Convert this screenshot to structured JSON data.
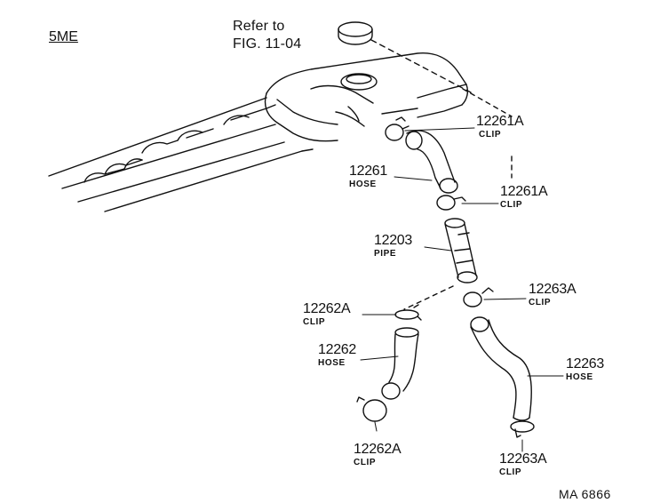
{
  "diagram": {
    "code": "5ME",
    "refer_line1": "Refer to",
    "refer_line2": "FIG. 11-04",
    "figure_id": "MA  6866"
  },
  "parts": {
    "clip_12261A_top": {
      "number": "12261A",
      "label": "CLIP"
    },
    "hose_12261": {
      "number": "12261",
      "label": "HOSE"
    },
    "clip_12261A_bottom": {
      "number": "12261A",
      "label": "CLIP"
    },
    "pipe_12203": {
      "number": "12203",
      "label": "PIPE"
    },
    "clip_12262A_top": {
      "number": "12262A",
      "label": "CLIP"
    },
    "hose_12262": {
      "number": "12262",
      "label": "HOSE"
    },
    "clip_12262A_bottom": {
      "number": "12262A",
      "label": "CLIP"
    },
    "clip_12263A_top": {
      "number": "12263A",
      "label": "CLIP"
    },
    "hose_12263": {
      "number": "12263",
      "label": "HOSE"
    },
    "clip_12263A_bottom": {
      "number": "12263A",
      "label": "CLIP"
    }
  },
  "style": {
    "ink": "#111111",
    "paper": "#ffffff"
  }
}
